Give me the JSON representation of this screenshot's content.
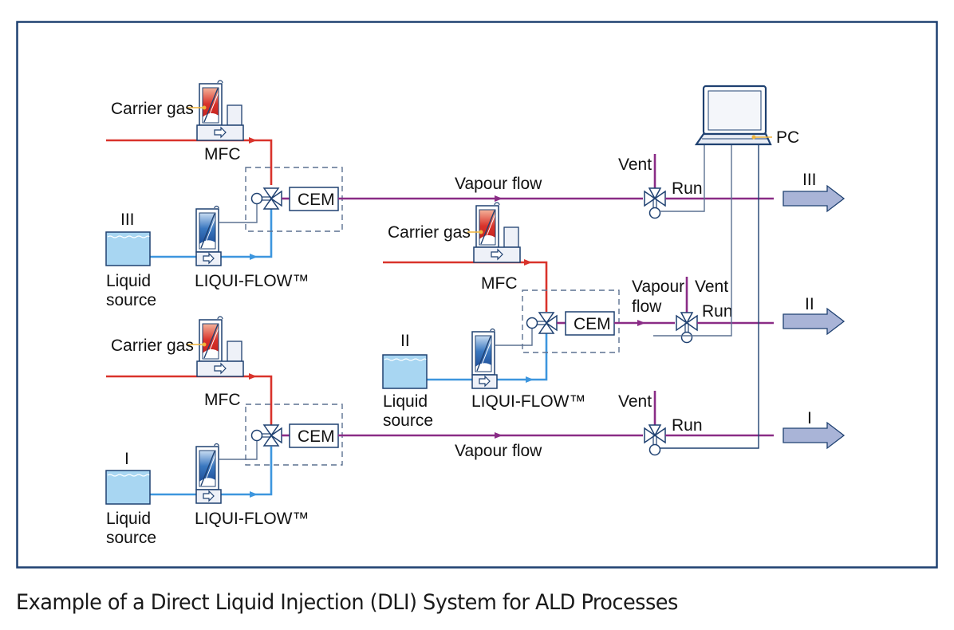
{
  "caption": "Example of a Direct Liquid Injection (DLI) System for ALD Processes",
  "colors": {
    "frame": "#1f4171",
    "outline": "#1f4171",
    "gas_line": "#d9332b",
    "liquid_line": "#3d96de",
    "vapour_line": "#8a2c86",
    "signal_line": "#5c7191",
    "output_arrow_fill": "#a9b4d7",
    "liquid_fill": "#a8d6f2",
    "pointer": "#f0b43a"
  },
  "channels": [
    {
      "id": "III",
      "roman": "III",
      "carrier_gas_label": "Carrier gas",
      "mfc_label": "MFC",
      "source_label_line1": "Liquid",
      "source_label_line2": "source",
      "flow_meter_label": "LIQUI-FLOW™",
      "cem_label": "CEM",
      "vapour_label": "Vapour flow",
      "vent_label": "Vent",
      "run_label": "Run",
      "output_label": "III"
    },
    {
      "id": "II",
      "roman": "II",
      "carrier_gas_label": "Carrier gas",
      "mfc_label": "MFC",
      "source_label_line1": "Liquid",
      "source_label_line2": "source",
      "flow_meter_label": "LIQUI-FLOW™",
      "cem_label": "CEM",
      "vapour_label_line1": "Vapour",
      "vapour_label_line2": "flow",
      "vent_label": "Vent",
      "run_label": "Run",
      "output_label": "II"
    },
    {
      "id": "I",
      "roman": "I",
      "carrier_gas_label": "Carrier gas",
      "mfc_label": "MFC",
      "source_label_line1": "Liquid",
      "source_label_line2": "source",
      "flow_meter_label": "LIQUI-FLOW™",
      "cem_label": "CEM",
      "vapour_label": "Vapour flow",
      "vent_label": "Vent",
      "run_label": "Run",
      "output_label": "I"
    }
  ],
  "pc": {
    "label": "PC"
  }
}
